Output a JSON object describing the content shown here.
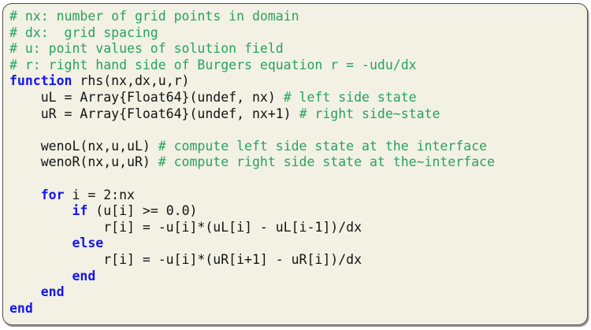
{
  "page": {
    "background": "#ffffff"
  },
  "code_block": {
    "language": "julia",
    "background": "#f2f1e4",
    "border_color": "#4d4d4d",
    "shadow_color": "#9a9a96",
    "colors": {
      "comment": "#28a25f",
      "keyword": "#1515ee",
      "code": "#121212"
    },
    "lines": [
      [
        {
          "t": "comment",
          "s": "# nx: number of grid points in domain"
        }
      ],
      [
        {
          "t": "comment",
          "s": "# dx:  grid spacing"
        }
      ],
      [
        {
          "t": "comment",
          "s": "# u: point values of solution field"
        }
      ],
      [
        {
          "t": "comment",
          "s": "# r: right hand side of Burgers equation r = -udu/dx"
        }
      ],
      [
        {
          "t": "keyword",
          "s": "function"
        },
        {
          "t": "code",
          "s": " rhs(nx,dx,u,r)"
        }
      ],
      [
        {
          "t": "code",
          "s": "    uL = Array{Float64}(undef, nx) "
        },
        {
          "t": "comment",
          "s": "# left side state"
        }
      ],
      [
        {
          "t": "code",
          "s": "    uR = Array{Float64}(undef, nx+1) "
        },
        {
          "t": "comment",
          "s": "# right side~state"
        }
      ],
      [],
      [
        {
          "t": "code",
          "s": "    wenoL(nx,u,uL) "
        },
        {
          "t": "comment",
          "s": "# compute left side state at the interface"
        }
      ],
      [
        {
          "t": "code",
          "s": "    wenoR(nx,u,uR) "
        },
        {
          "t": "comment",
          "s": "# compute right side state at the~interface"
        }
      ],
      [],
      [
        {
          "t": "code",
          "s": "    "
        },
        {
          "t": "keyword",
          "s": "for"
        },
        {
          "t": "code",
          "s": " i = 2:nx"
        }
      ],
      [
        {
          "t": "code",
          "s": "        "
        },
        {
          "t": "keyword",
          "s": "if"
        },
        {
          "t": "code",
          "s": " (u[i] >= 0.0)"
        }
      ],
      [
        {
          "t": "code",
          "s": "            r[i] = -u[i]*(uL[i] - uL[i-1])/dx"
        }
      ],
      [
        {
          "t": "code",
          "s": "        "
        },
        {
          "t": "keyword",
          "s": "else"
        }
      ],
      [
        {
          "t": "code",
          "s": "            r[i] = -u[i]*(uR[i+1] - uR[i])/dx"
        }
      ],
      [
        {
          "t": "code",
          "s": "        "
        },
        {
          "t": "keyword",
          "s": "end"
        }
      ],
      [
        {
          "t": "code",
          "s": "    "
        },
        {
          "t": "keyword",
          "s": "end"
        }
      ],
      [
        {
          "t": "keyword",
          "s": "end"
        }
      ]
    ]
  }
}
